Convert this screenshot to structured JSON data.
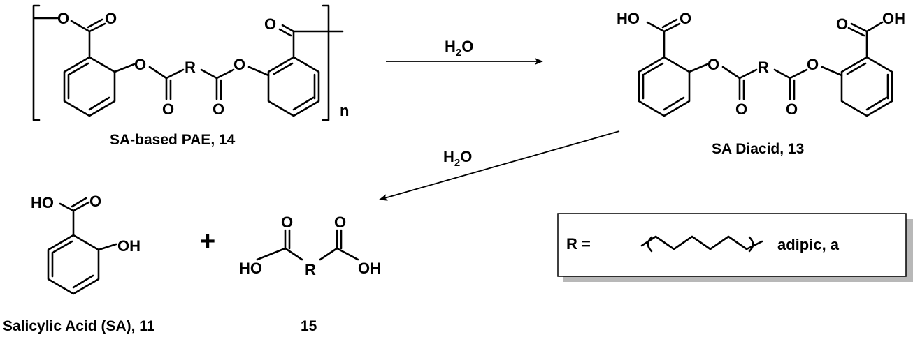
{
  "compounds": {
    "polymer": {
      "caption": "SA-based PAE, 14",
      "repeat_subscript": "n"
    },
    "diacid": {
      "caption": "SA Diacid, 13"
    },
    "salicylic": {
      "caption": "Salicylic Acid (SA), 11"
    },
    "diacid_r": {
      "caption": "15"
    }
  },
  "atoms": {
    "O": "O",
    "R": "R",
    "HO": "HO",
    "OH": "OH"
  },
  "reagents": {
    "water_1": {
      "base": "H",
      "sub": "2",
      "rest": "O"
    },
    "water_2": {
      "base": "H",
      "sub": "2",
      "rest": "O"
    }
  },
  "operator": {
    "plus": "+"
  },
  "legend": {
    "r_label": "R =",
    "name": "adipic, a"
  }
}
